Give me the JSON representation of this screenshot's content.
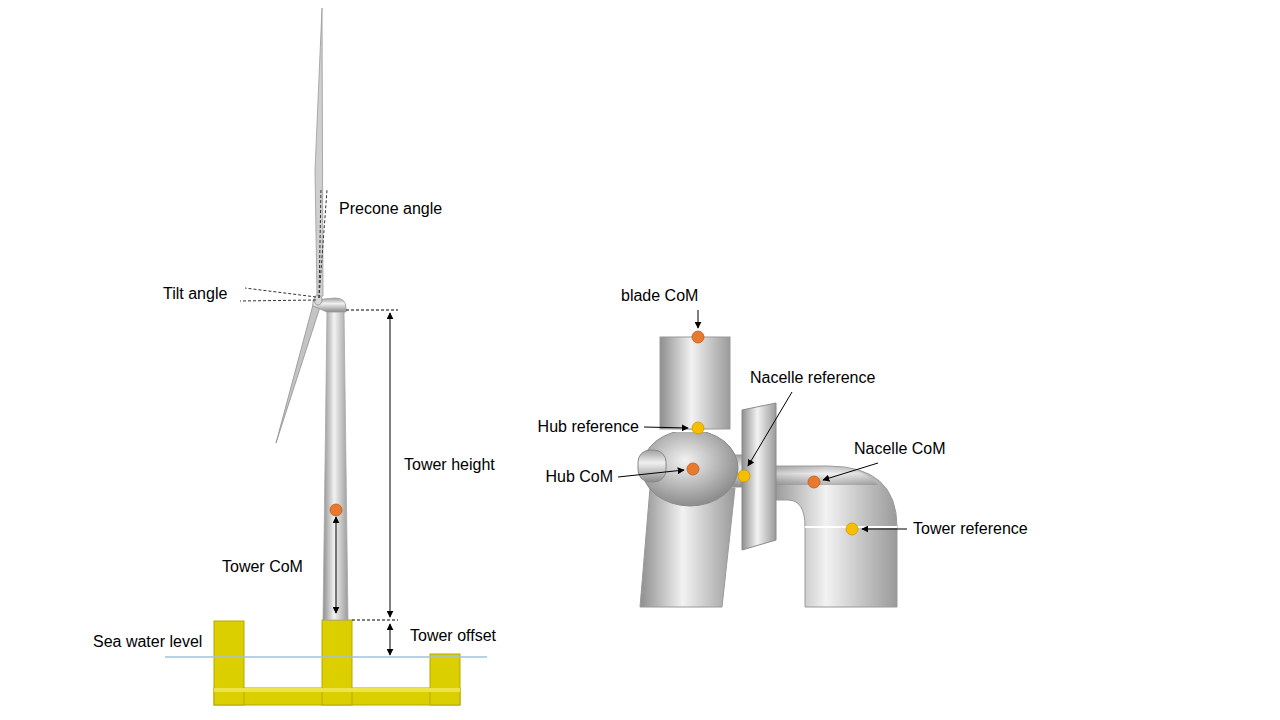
{
  "diagram": {
    "labels": [
      "Precone angle",
      "Tilt angle",
      "Tower height",
      "Tower CoM",
      "Tower offset",
      "Sea water level",
      "blade CoM",
      "Hub reference",
      "Hub CoM",
      "Nacelle reference",
      "Nacelle CoM",
      "Tower reference"
    ]
  }
}
